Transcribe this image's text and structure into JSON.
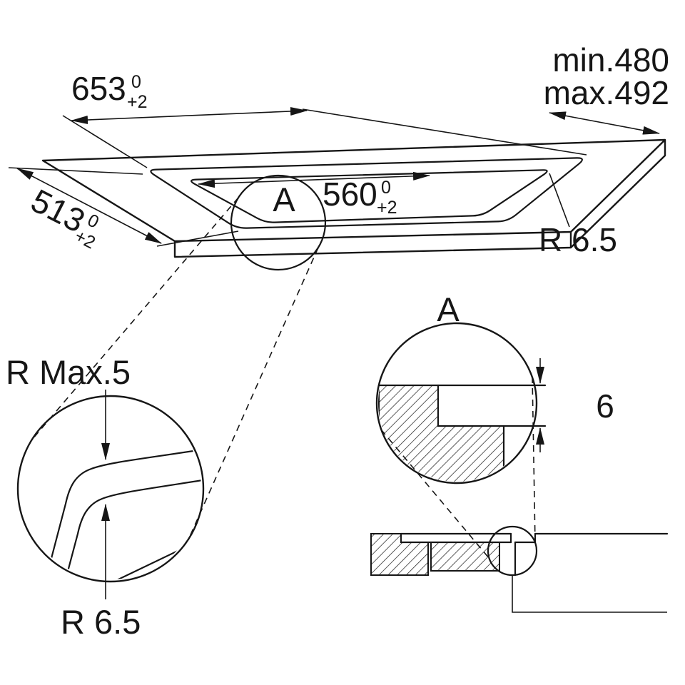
{
  "diagram": {
    "kind": "hob-flush-mount-installation-drawing",
    "colors": {
      "ink": "#161616",
      "background": "#ffffff"
    },
    "labels": {
      "recess_width": {
        "value": "653",
        "tol_top": "0",
        "tol_bottom": "+2"
      },
      "cutout_width": {
        "value": "560",
        "tol_top": "0",
        "tol_bottom": "+2"
      },
      "recess_depth": {
        "value": "513",
        "tol_top": "0",
        "tol_bottom": "+2"
      },
      "worktop_depth_min": "min.480",
      "worktop_depth_max": "max.492",
      "cutout_corner_radius": "R 6.5",
      "detail_marker": "A",
      "detail_title": "A",
      "corner_radius_max": "R Max.5",
      "corner_radius_detail": "R 6.5",
      "recess_step_depth": "6"
    }
  }
}
